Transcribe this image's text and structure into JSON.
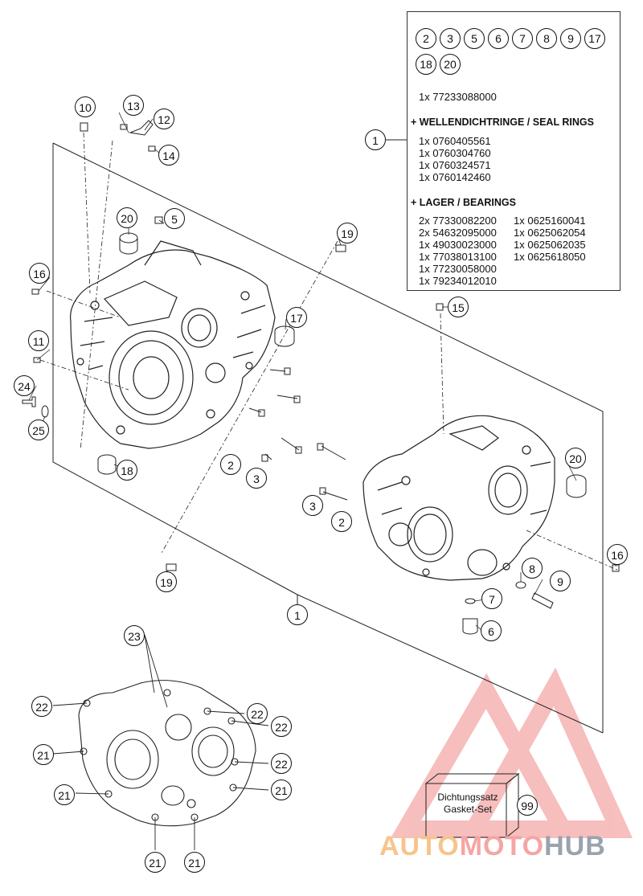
{
  "kit_box": {
    "circled_items": [
      "2",
      "3",
      "5",
      "6",
      "7",
      "8",
      "9",
      "17",
      "18",
      "20"
    ],
    "main_part": "1x 77233088000",
    "seal_heading": "+ WELLENDICHTRINGE / SEAL RINGS",
    "seal_rings": [
      "1x 0760405561",
      "1x 0760304760",
      "1x 0760324571",
      "1x 0760142460"
    ],
    "bearing_heading": "+ LAGER / BEARINGS",
    "bearings_col1": [
      "2x 77330082200",
      "2x 54632095000",
      "1x 49030023000",
      "1x 77038013100",
      "1x 77230058000",
      "1x 79234012010"
    ],
    "bearings_col2": [
      "1x 0625160041",
      "1x 0625062054",
      "1x 0625062035",
      "1x 0625618050"
    ]
  },
  "callouts": [
    {
      "id": "c10",
      "label": "10"
    },
    {
      "id": "c13",
      "label": "13"
    },
    {
      "id": "c12",
      "label": "12"
    },
    {
      "id": "c14",
      "label": "14"
    },
    {
      "id": "c20a",
      "label": "20"
    },
    {
      "id": "c5",
      "label": "5"
    },
    {
      "id": "c19a",
      "label": "19"
    },
    {
      "id": "c16a",
      "label": "16"
    },
    {
      "id": "c17",
      "label": "17"
    },
    {
      "id": "c1a",
      "label": "1"
    },
    {
      "id": "c15",
      "label": "15"
    },
    {
      "id": "c11",
      "label": "11"
    },
    {
      "id": "c24",
      "label": "24"
    },
    {
      "id": "c25",
      "label": "25"
    },
    {
      "id": "c18",
      "label": "18"
    },
    {
      "id": "c2a",
      "label": "2"
    },
    {
      "id": "c3a",
      "label": "3"
    },
    {
      "id": "c20b",
      "label": "20"
    },
    {
      "id": "c3b",
      "label": "3"
    },
    {
      "id": "c2b",
      "label": "2"
    },
    {
      "id": "c16b",
      "label": "16"
    },
    {
      "id": "c8",
      "label": "8"
    },
    {
      "id": "c9",
      "label": "9"
    },
    {
      "id": "c19b",
      "label": "19"
    },
    {
      "id": "c7",
      "label": "7"
    },
    {
      "id": "c6",
      "label": "6"
    },
    {
      "id": "c1b",
      "label": "1"
    },
    {
      "id": "c23",
      "label": "23"
    },
    {
      "id": "c22a",
      "label": "22"
    },
    {
      "id": "c22b",
      "label": "22"
    },
    {
      "id": "c22c",
      "label": "22"
    },
    {
      "id": "c22d",
      "label": "22"
    },
    {
      "id": "c21a",
      "label": "21"
    },
    {
      "id": "c21b",
      "label": "21"
    },
    {
      "id": "c21c",
      "label": "21"
    },
    {
      "id": "c21d",
      "label": "21"
    },
    {
      "id": "c21e",
      "label": "21"
    },
    {
      "id": "c99",
      "label": "99"
    }
  ],
  "gasket_set": {
    "line1": "Dichtungssatz",
    "line2": "Gasket-Set"
  },
  "watermark": {
    "part1": "AUTO",
    "part2": "MOTO",
    "part3": "HUB",
    "color_auto": "#f6c58d",
    "color_moto": "#f4a6a4",
    "color_hub": "#9aa3ad",
    "triangle_color": "#f08a88"
  }
}
